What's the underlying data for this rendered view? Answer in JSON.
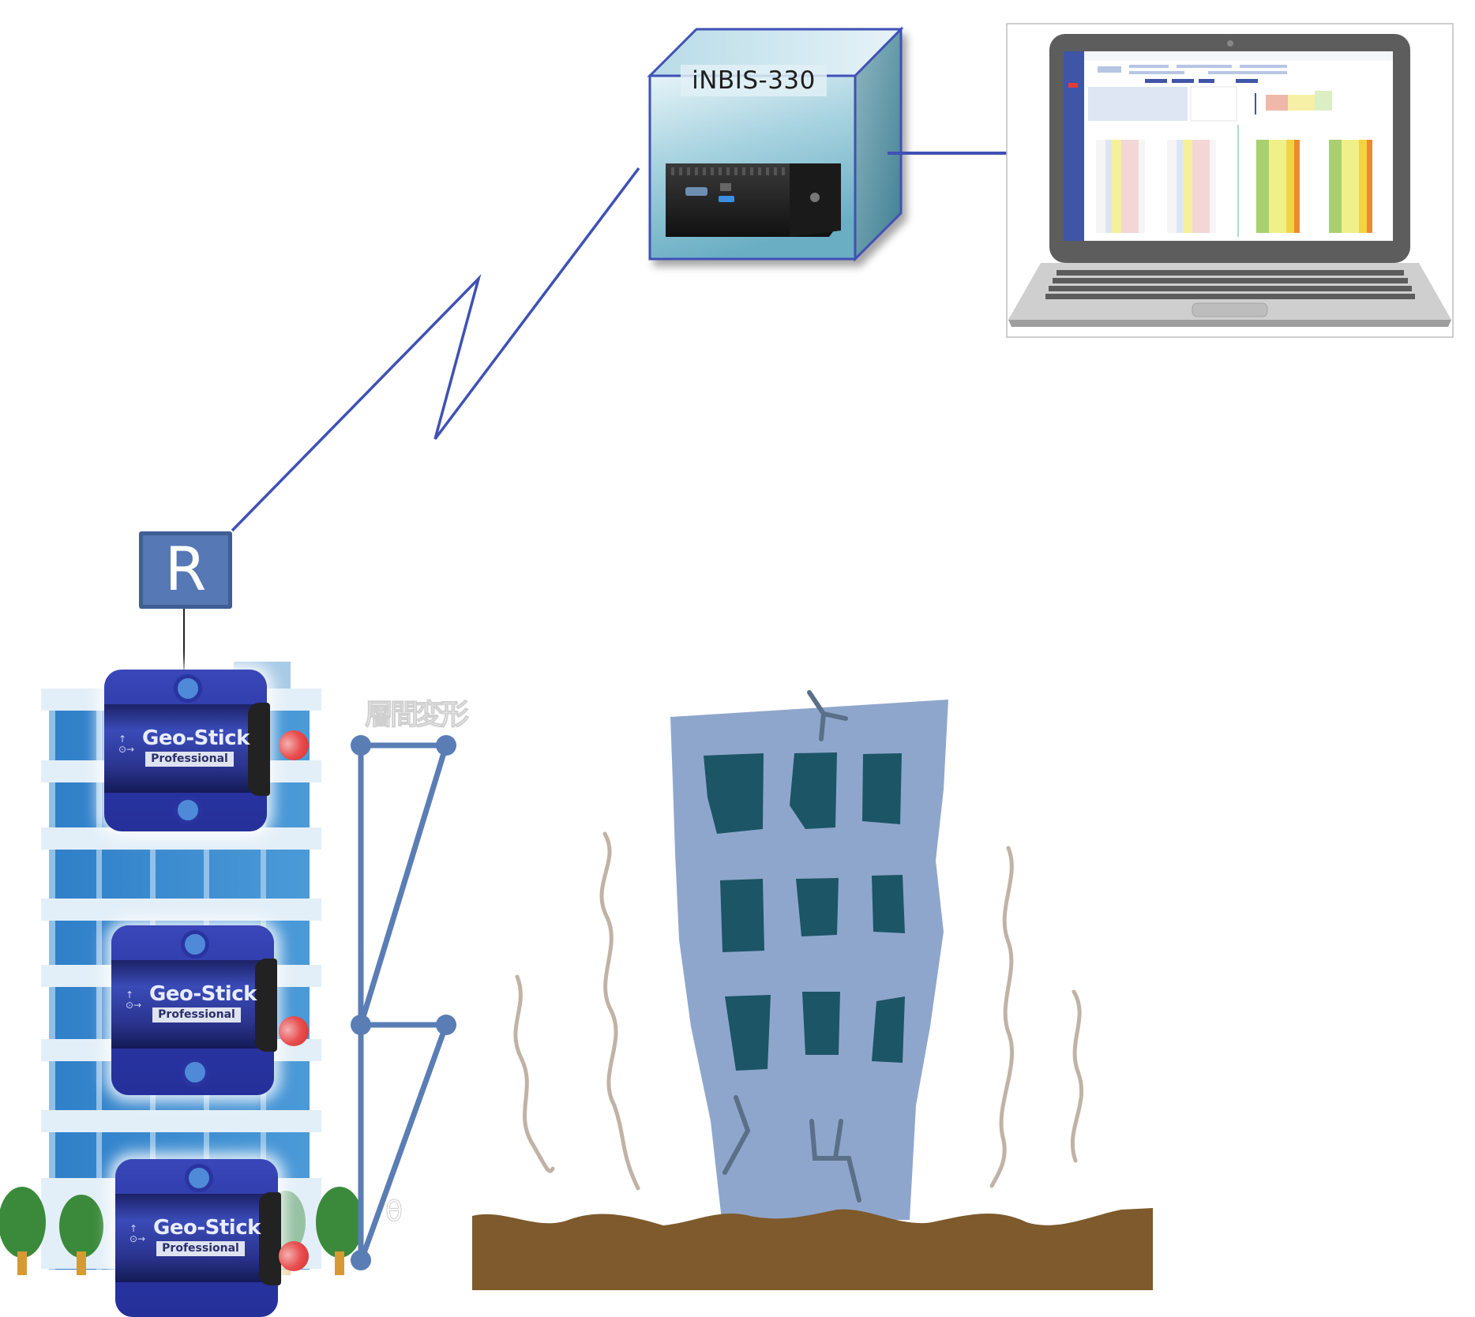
{
  "diagram": {
    "server": {
      "label": "iNBIS-330",
      "icon": "server-box-icon"
    },
    "client": {
      "icon": "laptop-icon",
      "screen_content": "monitoring-dashboard"
    },
    "router": {
      "label": "R",
      "icon": "router-icon"
    },
    "wireless_link": {
      "icon": "lightning-wireless-icon"
    },
    "sensors": [
      {
        "brand": "Geo-Stick",
        "model": "Professional",
        "floor": "top"
      },
      {
        "brand": "Geo-Stick",
        "model": "Professional",
        "floor": "middle"
      },
      {
        "brand": "Geo-Stick",
        "model": "Professional",
        "floor": "bottom"
      }
    ],
    "drift_diagram": {
      "title": "層間変形",
      "angle_symbol": "θ"
    },
    "illustrations": {
      "monitored_building": "office-building-icon",
      "damaged_building": "shaking-collapsed-building-icon",
      "ground": "earth-ground-icon"
    },
    "colors": {
      "line_blue": "#3f51b5",
      "drift_blue": "#5a7db5",
      "router_fill": "#5678b4",
      "cube_fill": "#8fc6d6",
      "sensor_blue": "#2a36a5",
      "alert_red": "#e23a3a",
      "damaged_building": "#8fa6cc",
      "window_teal": "#1c5566",
      "ground_brown": "#7e5a2c",
      "shake_lines": "#c0b3a6"
    }
  }
}
